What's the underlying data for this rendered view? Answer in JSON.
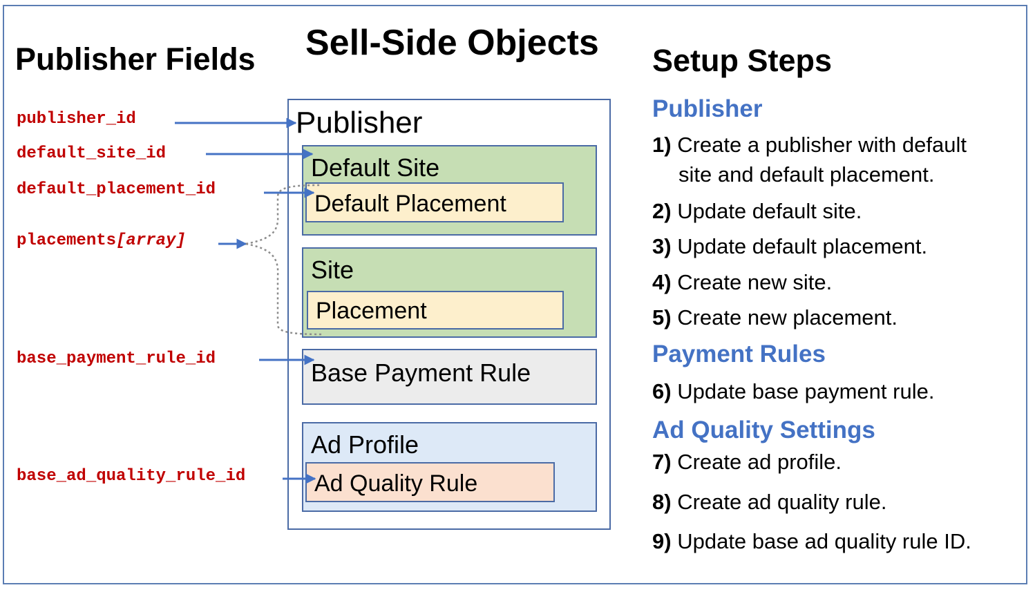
{
  "title": "Sell-Side Objects",
  "left_heading": "Publisher Fields",
  "right_heading": "Setup Steps",
  "fields": {
    "publisher_id": "publisher_id",
    "default_site_id": "default_site_id",
    "default_placement_id": "default_placement_id",
    "placements_name": "placements",
    "placements_type": "[array]",
    "base_payment_rule_id": "base_payment_rule_id",
    "base_ad_quality_rule_id": "base_ad_quality_rule_id"
  },
  "objects": {
    "publisher": "Publisher",
    "default_site": "Default Site",
    "default_placement": "Default Placement",
    "site": "Site",
    "placement": "Placement",
    "base_payment_rule": "Base Payment Rule",
    "ad_profile": "Ad Profile",
    "ad_quality_rule": "Ad Quality Rule"
  },
  "steps": {
    "sections": [
      "Publisher",
      "Payment Rules",
      "Ad Quality Settings"
    ],
    "items": [
      {
        "num": "1)",
        "text": "Create a publisher with default",
        "text2": "site and default placement."
      },
      {
        "num": "2)",
        "text": "Update default site."
      },
      {
        "num": "3)",
        "text": "Update default placement."
      },
      {
        "num": "4)",
        "text": "Create new site."
      },
      {
        "num": "5)",
        "text": "Create new placement."
      },
      {
        "num": "6)",
        "text": "Update base payment rule."
      },
      {
        "num": "7)",
        "text": "Create ad profile."
      },
      {
        "num": "8)",
        "text": "Create ad quality rule."
      },
      {
        "num": "9)",
        "text": "Update base ad quality rule ID."
      }
    ]
  },
  "colors": {
    "field_text": "#c00000",
    "section_text": "#4472c4",
    "arrow": "#4472c4",
    "site_fill": "#c6deb4",
    "placement_fill": "#fdefcc",
    "payment_fill": "#ececec",
    "ad_profile_fill": "#dde9f7",
    "ad_quality_fill": "#fbe0cf"
  }
}
